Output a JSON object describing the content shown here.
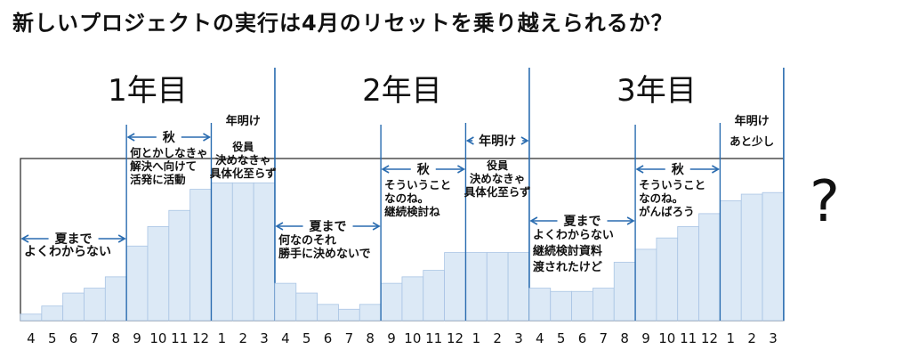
{
  "title": "新しいプロジェクトの実行は4月のリセットを乗り越えられるか？",
  "question_mark": "?",
  "months": [
    "4",
    "5",
    "6",
    "7",
    "8",
    "9",
    "10",
    "11",
    "12",
    "1",
    "2",
    "3"
  ],
  "years": [
    {
      "label": "1年目",
      "values": [
        4,
        9,
        17,
        20,
        27,
        46,
        58,
        68,
        81,
        85,
        85,
        85
      ],
      "annotations": [
        {
          "kind": "arrow",
          "label": "夏まで",
          "from": 0,
          "to": 5,
          "lines": [
            "よくわからない"
          ]
        },
        {
          "kind": "arrow",
          "label": "秋",
          "from": 5,
          "to": 9,
          "lines": [
            "何とかしなきゃ",
            "解決へ向けて",
            "活発に活動"
          ]
        },
        {
          "kind": "plain",
          "label": "年明け",
          "from": 9,
          "to": 12,
          "lines": [
            "役員",
            "決めなきゃ",
            "具体化至らず"
          ]
        }
      ]
    },
    {
      "label": "2年目",
      "values": [
        23,
        17,
        10,
        7,
        10,
        23,
        27,
        31,
        42,
        42,
        42,
        42
      ],
      "annotations": [
        {
          "kind": "arrow",
          "label": "夏まで",
          "from": 0,
          "to": 5,
          "lines": [
            "何なのそれ",
            "勝手に決めないで"
          ]
        },
        {
          "kind": "arrow",
          "label": "秋",
          "from": 5,
          "to": 9,
          "lines": [
            "そういうこと",
            "なのね。",
            "継続検討ね"
          ]
        },
        {
          "kind": "arrow",
          "label": "年明け",
          "from": 9,
          "to": 12,
          "lines": [
            "役員",
            "決めなきゃ",
            "具体化至らず"
          ]
        }
      ]
    },
    {
      "label": "3年目",
      "values": [
        20,
        18,
        18,
        20,
        36,
        44,
        51,
        58,
        66,
        74,
        78,
        79
      ],
      "annotations": [
        {
          "kind": "arrow",
          "label": "夏まで",
          "from": 0,
          "to": 5,
          "lines": [
            "よくわからない",
            "継続検討資料",
            "渡されたけど"
          ]
        },
        {
          "kind": "arrow",
          "label": "秋",
          "from": 5,
          "to": 9,
          "lines": [
            "そういうこと",
            "なのね。",
            "がんばろう"
          ]
        },
        {
          "kind": "plain",
          "label": "年明け",
          "from": 9,
          "to": 12,
          "lines": [
            "あと少し"
          ]
        }
      ]
    }
  ],
  "colors": {
    "bar_fill": "#dce9f6",
    "bar_stroke": "#a9c4e4",
    "divider": "#2a6cb0",
    "arrow": "#2a6cb0",
    "frame": "#222222"
  }
}
